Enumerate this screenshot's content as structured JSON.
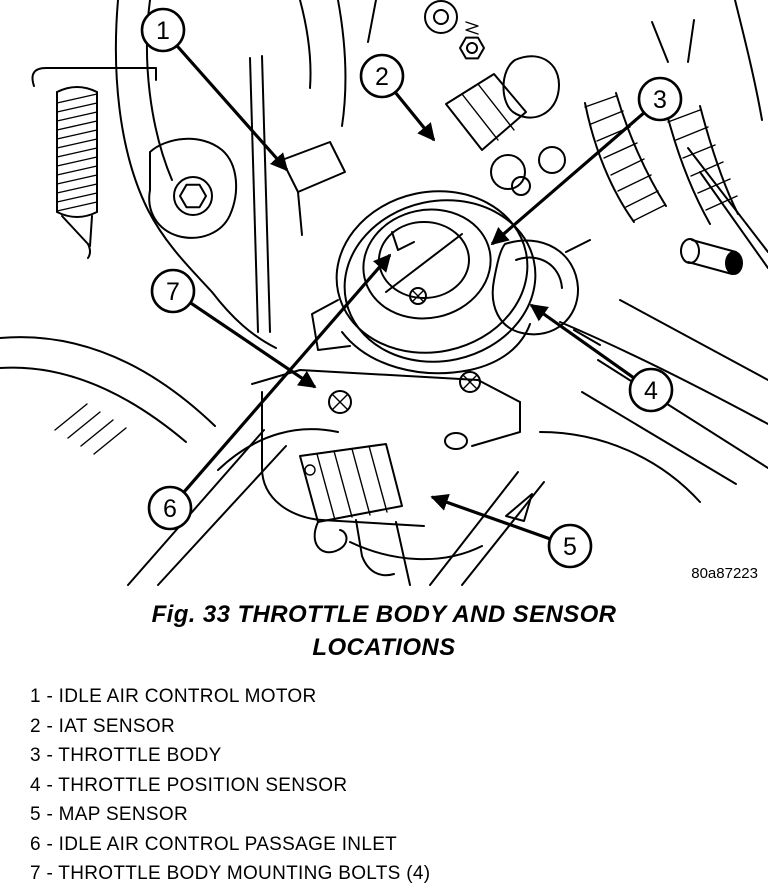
{
  "colors": {
    "ink": "#000000",
    "background": "#ffffff"
  },
  "figure": {
    "code": "80a87223",
    "caption_line1": "Fig. 33 THROTTLE BODY AND SENSOR",
    "caption_line2": "LOCATIONS",
    "callouts": [
      {
        "num": "1"
      },
      {
        "num": "2"
      },
      {
        "num": "3"
      },
      {
        "num": "4"
      },
      {
        "num": "5"
      },
      {
        "num": "6"
      },
      {
        "num": "7"
      }
    ]
  },
  "legend": {
    "items": [
      {
        "text": "1 - IDLE AIR CONTROL MOTOR"
      },
      {
        "text": "2 - IAT SENSOR"
      },
      {
        "text": "3 - THROTTLE BODY"
      },
      {
        "text": "4 - THROTTLE POSITION SENSOR"
      },
      {
        "text": "5 - MAP SENSOR"
      },
      {
        "text": "6 - IDLE AIR CONTROL PASSAGE INLET"
      },
      {
        "text": "7 - THROTTLE BODY MOUNTING BOLTS (4)"
      }
    ]
  }
}
